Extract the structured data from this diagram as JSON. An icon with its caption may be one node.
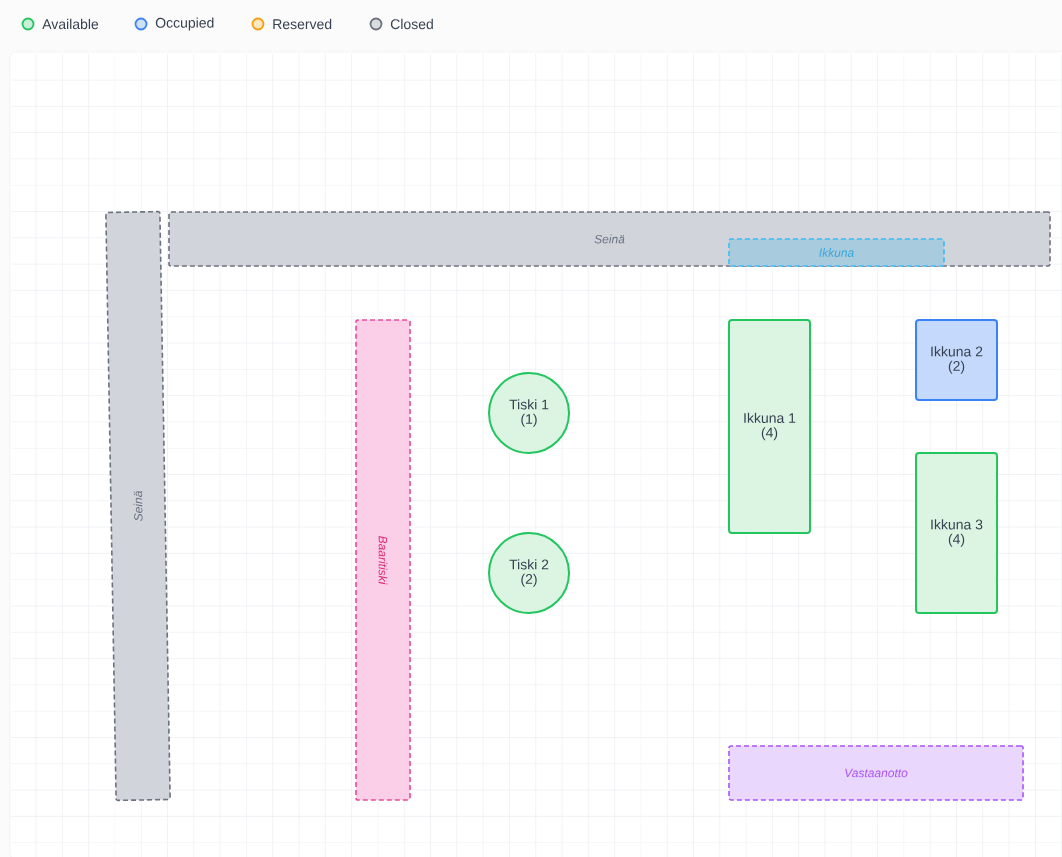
{
  "diagram": {
    "nodes": [
      {
        "text": [
          "Seinä"
        ]
      },
      {
        "text": [
          "Seinä"
        ]
      },
      {
        "text": [
          "Ikkuna"
        ],
        "in": 1
      },
      {
        "text": [
          "Baaritiski"
        ]
      },
      {
        "text": [
          "Tiski 1",
          "(1)"
        ]
      },
      {
        "text": [
          "Tiski 2",
          "(2)"
        ]
      },
      {
        "text": [
          "Ikkuna 1",
          "(4)"
        ]
      },
      {
        "text": [
          "Ikkuna 2",
          "(2)"
        ]
      },
      {
        "text": [
          "Ikkuna 3",
          "(4)"
        ]
      },
      {
        "text": [
          "Vastaanotto"
        ]
      }
    ],
    "legend": [
      {
        "text": "Available",
        "color": "#22c55e"
      },
      {
        "text": "Occupied",
        "color": "#3b82f6"
      },
      {
        "text": "Reserved",
        "color": "#f59e0b"
      },
      {
        "text": "Closed",
        "color": "#6b7280"
      }
    ]
  }
}
